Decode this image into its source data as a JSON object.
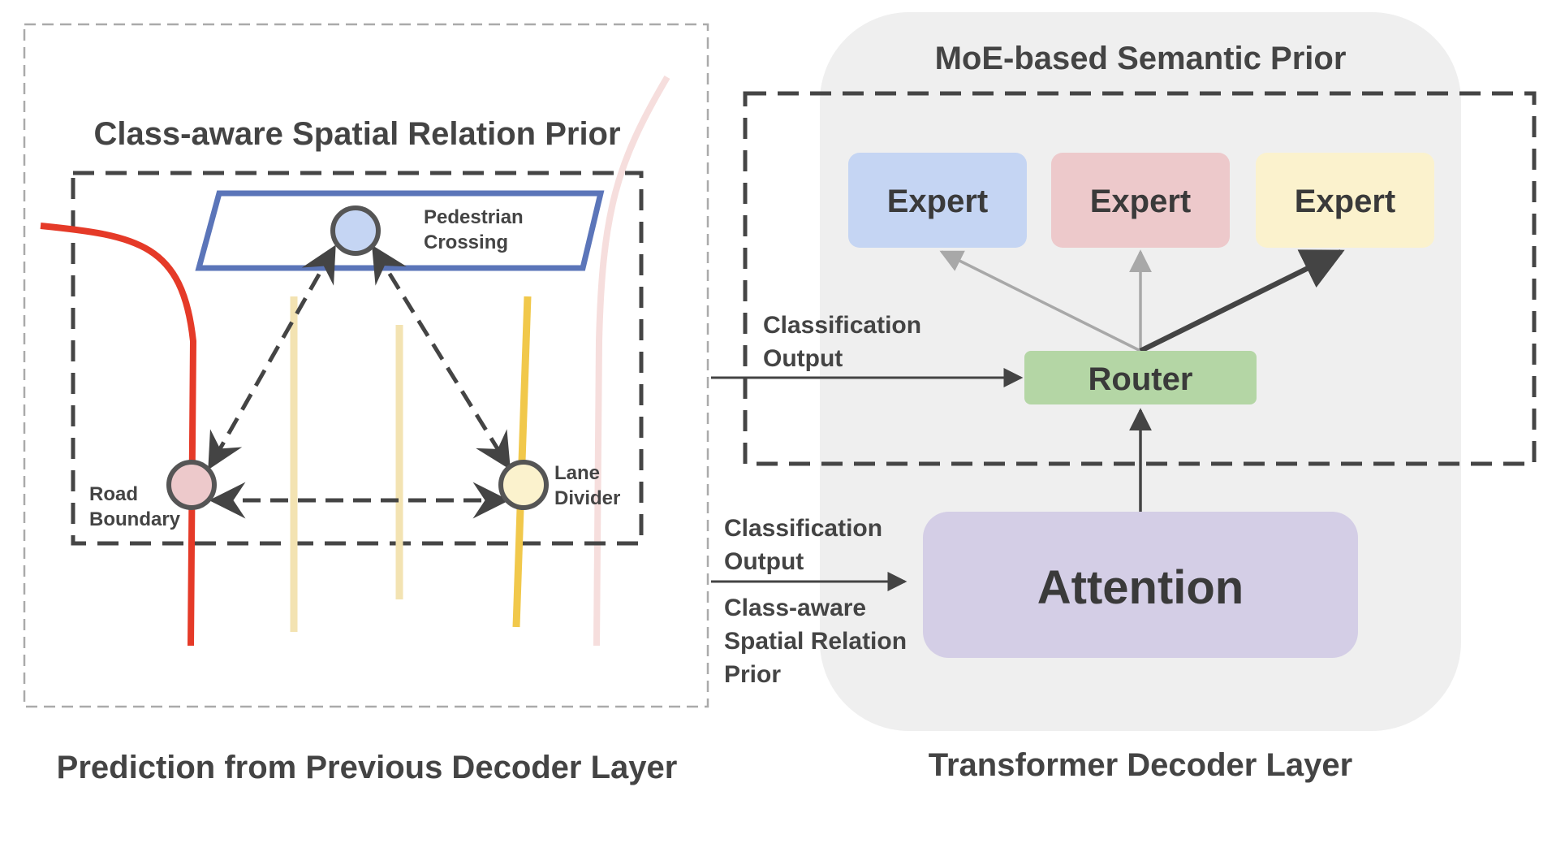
{
  "left_panel": {
    "inner_title": "Class-aware Spatial Relation Prior",
    "caption": "Prediction from Previous Decoder Layer",
    "nodes": {
      "pedestrian": [
        "Pedestrian",
        "Crossing"
      ],
      "road": [
        "Road",
        "Boundary"
      ],
      "lane": [
        "Lane",
        "Divider"
      ]
    }
  },
  "right_panel": {
    "moe_title": "MoE-based Semantic Prior",
    "caption": "Transformer Decoder Layer",
    "experts": [
      {
        "label": "Expert",
        "color": "#c5d5f3"
      },
      {
        "label": "Expert",
        "color": "#edc9cb"
      },
      {
        "label": "Expert",
        "color": "#fbf2cd"
      }
    ],
    "router": {
      "label": "Router",
      "color": "#b4d6a5"
    },
    "attention": {
      "label": "Attention",
      "color": "#d4cee6"
    }
  },
  "connectors": {
    "upper_input": [
      "Classification",
      "Output"
    ],
    "lower_input_top": [
      "Classification",
      "Output"
    ],
    "lower_input_bottom": [
      "Class-aware",
      "Spatial Relation",
      "Prior"
    ]
  },
  "colors": {
    "road_boundary": "#e53a28",
    "lane_divider": "#f1c84b",
    "lane_faded": "#f3e3b2",
    "pedestrian_box": "#5b75b9",
    "panel_bg": "#efefef",
    "dash": "#454545"
  }
}
